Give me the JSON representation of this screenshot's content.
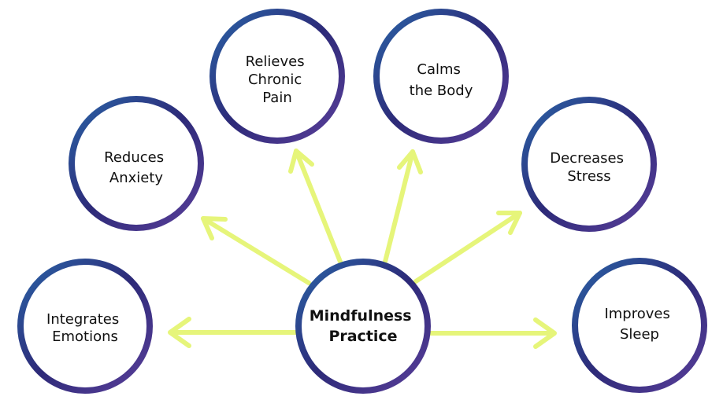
{
  "diagram": {
    "center": {
      "lines": [
        "Mindfulness",
        "Practice"
      ]
    },
    "benefits": [
      {
        "id": "integrates-emotions",
        "lines": [
          "Integrates",
          "Emotions"
        ]
      },
      {
        "id": "reduces-anxiety",
        "lines": [
          "Reduces",
          "Anxiety"
        ]
      },
      {
        "id": "relieves-chronic-pain",
        "lines": [
          "Relieves",
          "Chronic",
          "Pain"
        ]
      },
      {
        "id": "calms-the-body",
        "lines": [
          "Calms",
          "the Body"
        ]
      },
      {
        "id": "decreases-stress",
        "lines": [
          "Decreases",
          "Stress"
        ]
      },
      {
        "id": "improves-sleep",
        "lines": [
          "Improves",
          "Sleep"
        ]
      }
    ],
    "colors": {
      "ring_start": "#2a63a6",
      "ring_mid": "#2d2a78",
      "ring_end": "#5a3f9a",
      "arrow": "#e6f57a",
      "text": "#111111",
      "background": "#ffffff"
    }
  }
}
